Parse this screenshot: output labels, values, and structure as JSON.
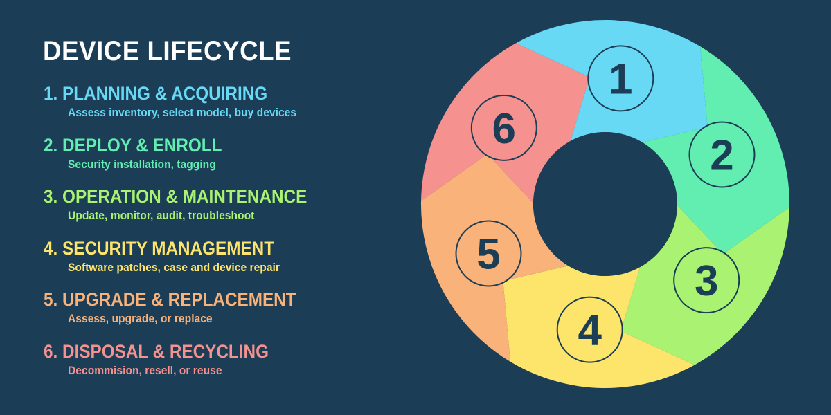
{
  "title": "DEVICE LIFECYCLE",
  "colors": {
    "background": "#1b3d55",
    "text_dark": "#1b3d55"
  },
  "steps": [
    {
      "number": "1",
      "prefix": "1.",
      "heading": "PLANNING & ACQUIRING",
      "description": "Assess inventory, select model, buy devices",
      "color": "#67d9f5"
    },
    {
      "number": "2",
      "prefix": "2.",
      "heading": "DEPLOY & ENROLL",
      "description": "Security installation, tagging",
      "color": "#62eeb0"
    },
    {
      "number": "3",
      "prefix": "3.",
      "heading": "OPERATION & MAINTENANCE",
      "description": "Update, monitor, audit, troubleshoot",
      "color": "#a9f272"
    },
    {
      "number": "4",
      "prefix": "4.",
      "heading": "SECURITY MANAGEMENT",
      "description": "Software patches, case and device repair",
      "color": "#fde46a"
    },
    {
      "number": "5",
      "prefix": "5.",
      "heading": "UPGRADE & REPLACEMENT",
      "description": "Assess, upgrade, or replace",
      "color": "#f9b27a"
    },
    {
      "number": "6",
      "prefix": "6.",
      "heading": "DISPOSAL & RECYCLING",
      "description": "Decommision, resell, or reuse",
      "color": "#f5928f"
    }
  ]
}
